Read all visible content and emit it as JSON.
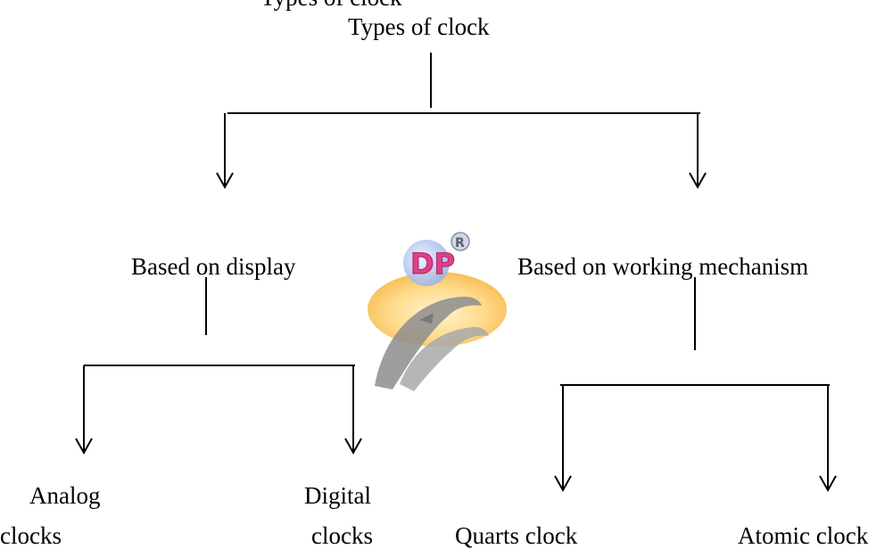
{
  "diagram": {
    "partial_top_text": "Types of clock",
    "root": "Types of clock",
    "branches": [
      {
        "label": "Based on display",
        "children": [
          {
            "label_line1": "Analog",
            "label_line2": "clocks"
          },
          {
            "label_line1": "Digital",
            "label_line2": "clocks"
          }
        ]
      },
      {
        "label": "Based on working mechanism",
        "children": [
          {
            "label": "Quarts clock"
          },
          {
            "label": "Atomic clock"
          }
        ]
      }
    ],
    "watermark": {
      "letters": "DP",
      "mark": "R"
    }
  }
}
